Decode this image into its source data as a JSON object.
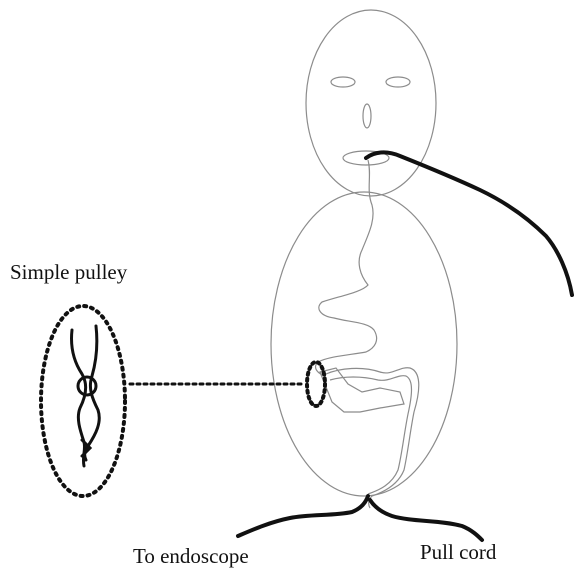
{
  "labels": {
    "simple_pulley": "Simple pulley",
    "to_endoscope": "To endoscope",
    "pull_cord": "Pull cord"
  },
  "colors": {
    "outline": "#8c8c8c",
    "cord": "#111111",
    "background": "#ffffff"
  }
}
